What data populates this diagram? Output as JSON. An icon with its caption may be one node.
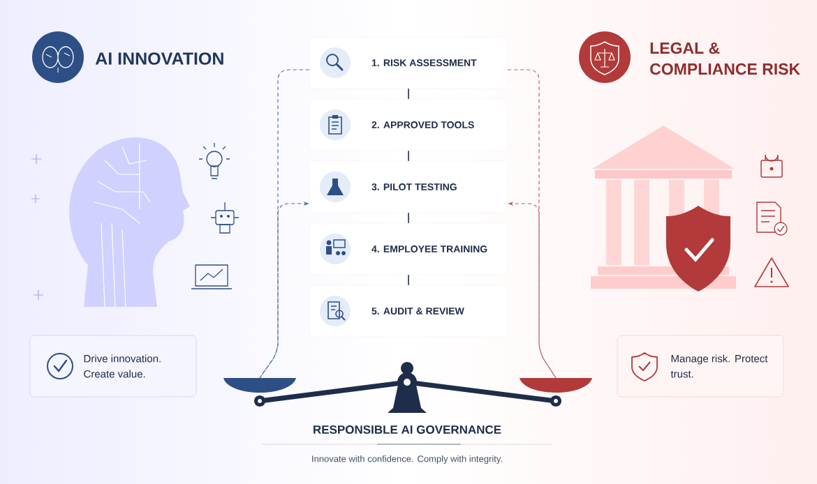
{
  "diagram": {
    "nodes": [
      {
        "text": [
          "1. RISK ASSESSMENT"
        ]
      },
      {
        "text": [
          "2. APPROVED TOOLS"
        ]
      },
      {
        "text": [
          "3. PILOT TESTING"
        ]
      },
      {
        "text": [
          "4. EMPLOYEE TRAINING"
        ]
      },
      {
        "text": [
          "5. AUDIT & REVIEW"
        ]
      },
      {
        "text": [],
        "shape": "bowl"
      },
      {
        "text": [],
        "shape": "bowl"
      },
      {
        "text": [
          "Drive innovation. Create value."
        ]
      },
      {
        "text": [
          "Manage risk. Protect trust."
        ]
      }
    ],
    "edges": [
      {
        "from": 0,
        "to": 1,
        "arrow": "none"
      },
      {
        "from": 1,
        "to": 2,
        "arrow": "none"
      },
      {
        "from": 2,
        "to": 3,
        "arrow": "none"
      },
      {
        "from": 3,
        "to": 4,
        "arrow": "none"
      },
      {
        "from": 0,
        "to": 5,
        "arrow": "none",
        "style": "dashed",
        "color": "#4a6ea8"
      },
      {
        "from": 5,
        "to": 2,
        "arrow": "to",
        "style": "dashed",
        "color": "#4a6ea8"
      },
      {
        "from": 0,
        "to": 6,
        "arrow": "none",
        "style": "dashed",
        "color": "#c45a5a"
      },
      {
        "from": 6,
        "to": 2,
        "arrow": "to",
        "style": "dashed",
        "color": "#c45a5a"
      }
    ],
    "labels": [
      "AI INNOVATION",
      "LEGAL & COMPLIANCE RISK",
      "RESPONSIBLE AI GOVERNANCE",
      "Innovate with confidence. Comply with integrity."
    ]
  }
}
